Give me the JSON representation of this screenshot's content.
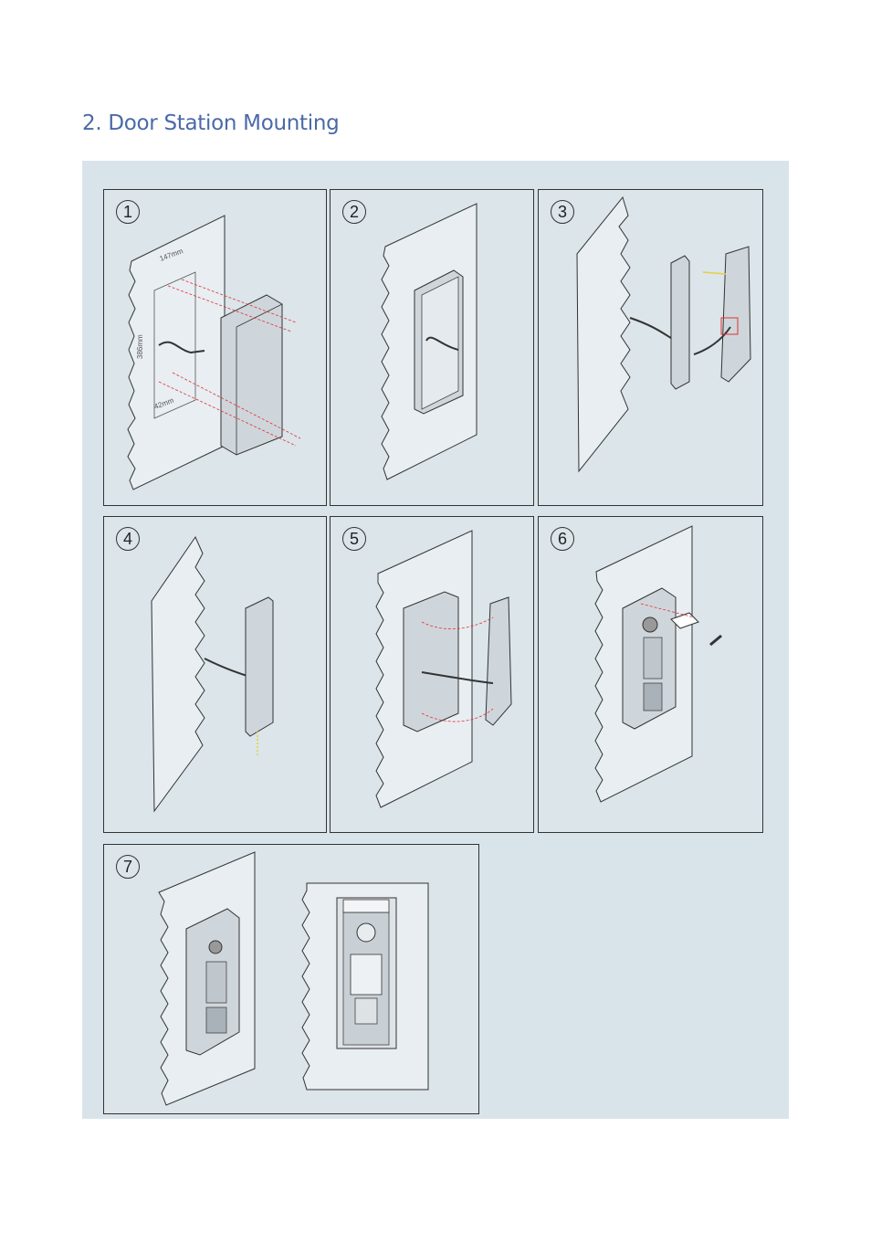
{
  "heading": "2. Door Station Mounting",
  "steps": [
    {
      "number": "1",
      "dimensions": {
        "width": "147mm",
        "height": "386mm",
        "bottom": "42mm"
      }
    },
    {
      "number": "2"
    },
    {
      "number": "3"
    },
    {
      "number": "4"
    },
    {
      "number": "5"
    },
    {
      "number": "6"
    },
    {
      "number": "7"
    }
  ],
  "colors": {
    "heading": "#4a6aa8",
    "panel_background": "#d9e4ea",
    "guide_lines": "#e03030",
    "arrow": "#e8d040"
  }
}
